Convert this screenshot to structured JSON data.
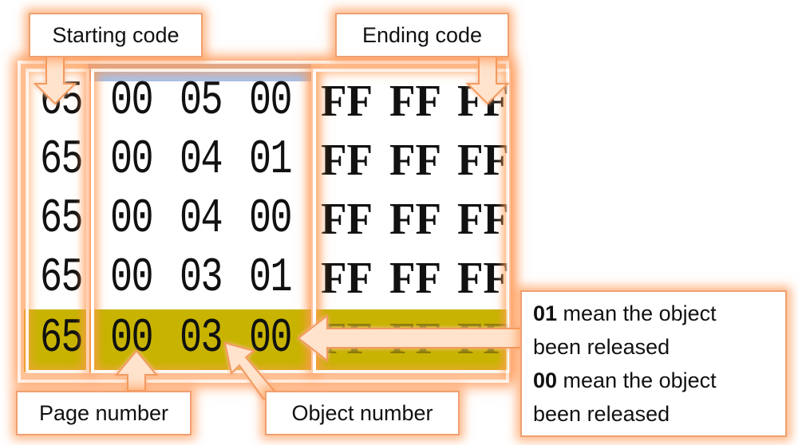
{
  "labels": {
    "starting_code": "Starting code",
    "ending_code": "Ending code",
    "page_number": "Page number",
    "object_number": "Object number"
  },
  "note": {
    "line1_bold": "01",
    "line1_rest": " mean the object",
    "line2": "been released",
    "line3_bold": "00",
    "line3_rest": " mean the object",
    "line4": "been released"
  },
  "rows": [
    {
      "c": [
        "65",
        "00",
        "05",
        "00"
      ],
      "e": [
        "FF",
        "FF",
        "FF"
      ]
    },
    {
      "c": [
        "65",
        "00",
        "04",
        "01"
      ],
      "e": [
        "FF",
        "FF",
        "FF"
      ]
    },
    {
      "c": [
        "65",
        "00",
        "04",
        "00"
      ],
      "e": [
        "FF",
        "FF",
        "FF"
      ]
    },
    {
      "c": [
        "65",
        "00",
        "03",
        "01"
      ],
      "e": [
        "FF",
        "FF",
        "FF"
      ]
    },
    {
      "c": [
        "65",
        "00",
        "03",
        "00"
      ],
      "e": [
        "FF",
        "FF",
        "FF"
      ],
      "highlighted": true
    }
  ],
  "colors": {
    "highlight": "#c8b400",
    "glow": "#ff9650",
    "blue_bar": "#a8c0e8"
  }
}
